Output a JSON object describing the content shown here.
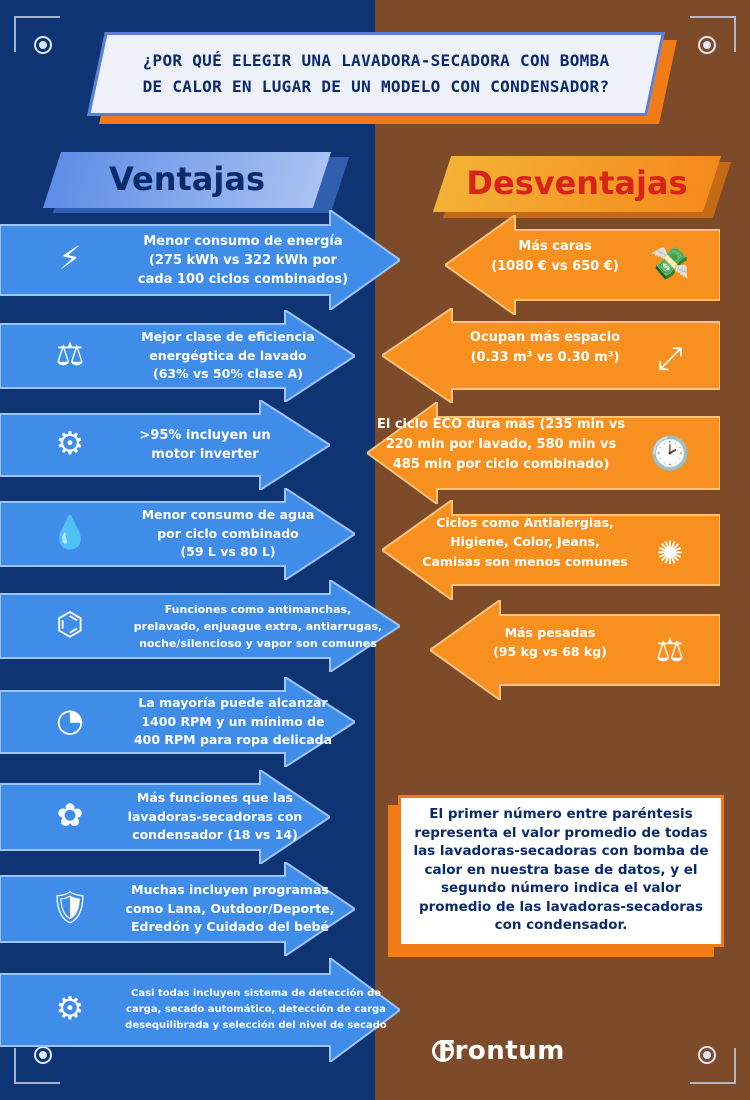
{
  "title": {
    "line1": "¿POR QUÉ ELEGIR UNA LAVADORA-SECADORA CON BOMBA",
    "line2": "DE CALOR EN LUGAR DE UN MODELO CON CONDENSADOR?"
  },
  "headers": {
    "pros": "Ventajas",
    "cons": "Desventajas"
  },
  "pros": [
    {
      "icon": "lightning-down-icon",
      "lines": [
        "Menor consumo de energía",
        "(275 kWh vs 322 kWh por",
        "cada 100 ciclos combinados)"
      ]
    },
    {
      "icon": "efficiency-class-icon",
      "lines": [
        "Mejor clase de eficiencia",
        "energégtica de lavado",
        "(63% vs 50% clase A)"
      ]
    },
    {
      "icon": "motor-icon",
      "lines": [
        ">95% incluyen un",
        "motor inverter"
      ]
    },
    {
      "icon": "water-drops-icon",
      "lines": [
        "Menor consumo de agua",
        "por ciclo combinado",
        "(59 L vs 80 L)"
      ]
    },
    {
      "icon": "functions-icon",
      "lines": [
        "Funciones como antimanchas,",
        "prelavado, enjuague extra, antiarrugas,",
        "noche/silencioso y vapor son comunes"
      ]
    },
    {
      "icon": "speedometer-icon",
      "lines": [
        "La mayoría puede alcanzar",
        "1400 RPM y un mínimo de",
        "400 RPM para ropa delicada"
      ]
    },
    {
      "icon": "hand-gears-icon",
      "lines": [
        "Más funciones que las",
        "lavadoras-secadoras con",
        "condensador (18 vs 14)"
      ]
    },
    {
      "icon": "shield-check-icon",
      "lines": [
        "Muchas incluyen programas",
        "como Lana, Outdoor/Deporte,",
        "Edredón y Cuidado del bebé"
      ]
    },
    {
      "icon": "gears-icon",
      "lines": [
        "Casi todas incluyen sistema de detección de",
        "carga, secado automático, detección de carga",
        "desequilibrada y selección del nivel de secado"
      ]
    }
  ],
  "cons": [
    {
      "icon": "money-hand-icon",
      "lines": [
        "Más caras",
        "(1080 € vs 650 €)"
      ]
    },
    {
      "icon": "expand-icon",
      "lines": [
        "Ocupan más espacio",
        "(0.33 m³ vs 0.30 m³)"
      ]
    },
    {
      "icon": "clock-icon",
      "lines": [
        "El ciclo ECO dura más (235 min vs",
        "220 min por lavado, 580 min vs",
        "485 min por ciclo combinado)"
      ]
    },
    {
      "icon": "network-icon",
      "lines": [
        "Ciclos como Antialergias,",
        "Higiene, Color, Jeans,",
        "Camisas son menos comunes"
      ]
    },
    {
      "icon": "weight-icon",
      "lines": [
        "Más pesadas",
        "(95 kg vs 68 kg)"
      ]
    }
  ],
  "note": "El primer número entre paréntesis representa el valor promedio de todas las lavadoras-secadoras con bomba de calor en nuestra base de datos, y el segundo número indica el valor promedio de las lavadoras-secadoras con condensador.",
  "logo": "Frontum",
  "colors": {
    "blue_bg": "#0e3473",
    "brown_bg": "#7d4a2a",
    "pro_arrow": "#3f8de8",
    "con_arrow": "#f7901e",
    "accent_orange": "#f27b17",
    "highlight_red": "#d8231b"
  }
}
